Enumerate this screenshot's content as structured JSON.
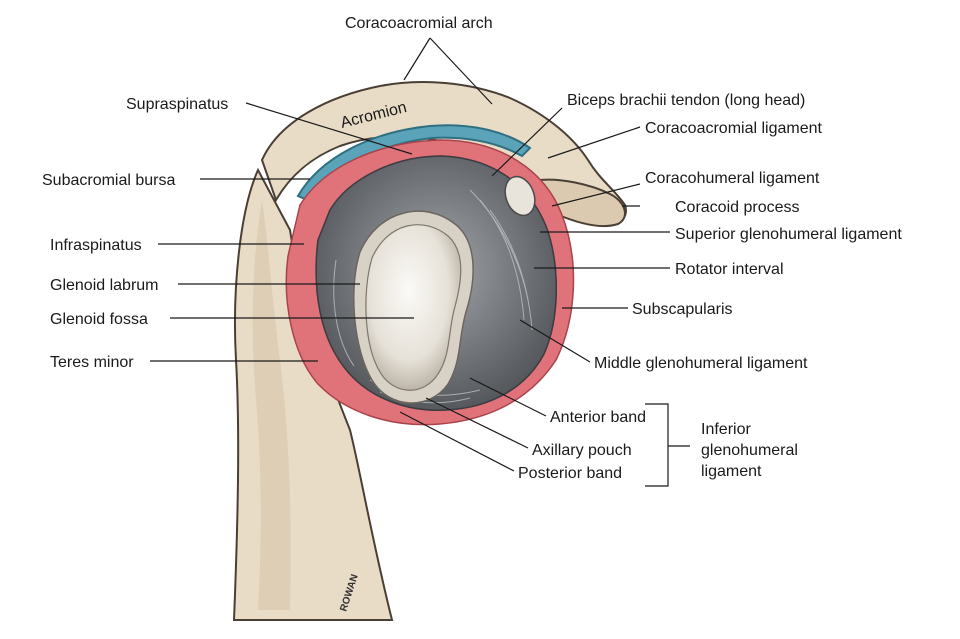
{
  "labels": {
    "coracoacromial_arch": "Coracoacromial arch",
    "supraspinatus": "Supraspinatus",
    "acromion": "Acromion",
    "biceps_tendon": "Biceps brachii  tendon (long head)",
    "coracoacromial_ligament": "Coracoacromial ligament",
    "subacromial_bursa": "Subacromial bursa",
    "coracohumeral_ligament": "Coracohumeral ligament",
    "coracoid_process": "Coracoid process",
    "infraspinatus": "Infraspinatus",
    "superior_glenohumeral_ligament": "Superior glenohumeral ligament",
    "rotator_interval": "Rotator interval",
    "glenoid_labrum": "Glenoid labrum",
    "glenoid_fossa": "Glenoid fossa",
    "subscapularis": "Subscapularis",
    "teres_minor": "Teres minor",
    "middle_glenohumeral_ligament": "Middle glenohumeral ligament",
    "anterior_band": "Anterior band",
    "axillary_pouch": "Axillary pouch",
    "posterior_band": "Posterior band",
    "igl_line1": "Inferior",
    "igl_line2": "glenohumeral",
    "igl_line3": "ligament"
  },
  "signature": "ROWAN",
  "colors": {
    "bone": "#e9dcc6",
    "muscle": "#e0737a",
    "bursa": "#5aa3b8",
    "cartilage": "#f1eee8",
    "capsule": "#7d8186"
  }
}
